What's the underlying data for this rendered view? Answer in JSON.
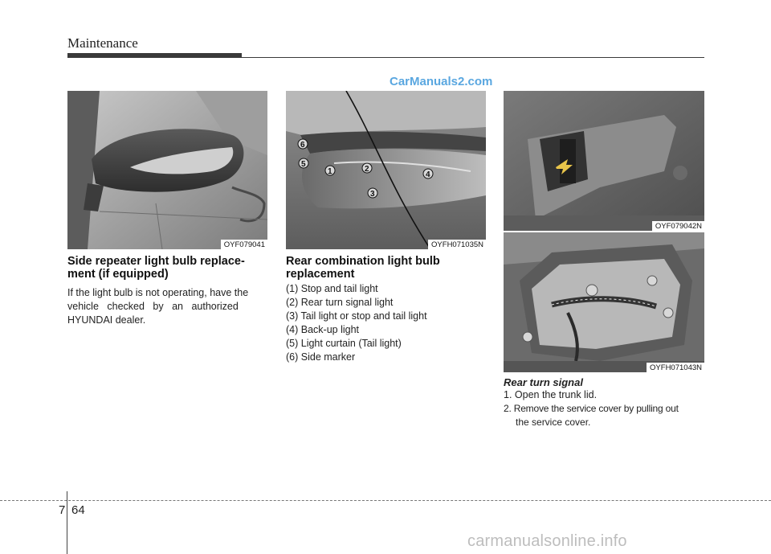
{
  "header": {
    "section_title": "Maintenance",
    "watermark": "CarManuals2.com"
  },
  "figures": {
    "mirror": {
      "code": "OYF079041"
    },
    "rear_light": {
      "code": "OYFH071035N",
      "callouts": [
        "1",
        "2",
        "3",
        "4",
        "5",
        "6"
      ]
    },
    "trunk_lid": {
      "code": "OYF079042N"
    },
    "service_cover": {
      "code": "OYFH071043N"
    }
  },
  "col1": {
    "heading_line1": "Side repeater light bulb replace-",
    "heading_line2": "ment (if equipped)",
    "body_line1": "If the light bulb is not operating, have the",
    "body_line2": "vehicle checked by an authorized",
    "body_line3": "HYUNDAI dealer."
  },
  "col2": {
    "heading_line1": "Rear combination light bulb",
    "heading_line2": "replacement",
    "items": [
      "(1) Stop and tail light",
      "(2) Rear turn signal light",
      "(3) Tail light or stop and tail light",
      "(4) Back-up light",
      "(5) Light curtain (Tail light)",
      "(6) Side marker"
    ]
  },
  "col3": {
    "subheading": "Rear turn signal",
    "step1": "1. Open the trunk lid.",
    "step2_line1": "2. Remove the service cover by pulling out",
    "step2_line2": "the service cover."
  },
  "footer": {
    "chapter": "7",
    "page": "64",
    "watermark": "carmanualsonline.info"
  },
  "colors": {
    "rule": "#3a3a3a",
    "watermark_top": "#5aa7e0",
    "watermark_bottom": "#bdbdbd",
    "photo_gray": "#8a8a8a"
  }
}
